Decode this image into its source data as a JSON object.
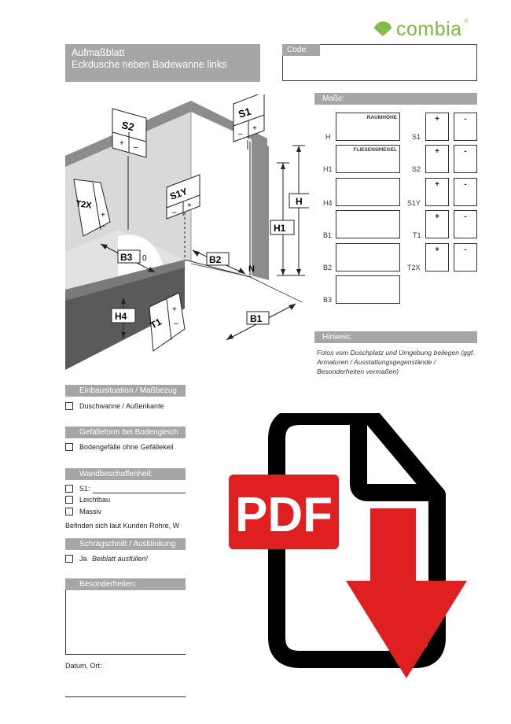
{
  "brand": {
    "name": "combia",
    "reg": "®",
    "color": "#7dbb42"
  },
  "header": {
    "title_line1": "Aufmaßblatt",
    "title_line2": "Eckdusche neben Badewanne links",
    "code_label": "Code:"
  },
  "measures": {
    "title": "Maße:",
    "left": [
      {
        "label": "H",
        "tag": "RAUMHÖHE"
      },
      {
        "label": "H1",
        "tag": "FLIESENSPIEGEL"
      },
      {
        "label": "H4",
        "tag": ""
      },
      {
        "label": "B1",
        "tag": ""
      },
      {
        "label": "B2",
        "tag": ""
      },
      {
        "label": "B3",
        "tag": ""
      }
    ],
    "right": [
      {
        "label": "S1",
        "plus": "+",
        "minus": "-"
      },
      {
        "label": "S2",
        "plus": "+",
        "minus": "-"
      },
      {
        "label": "S1Y",
        "plus": "+",
        "minus": "-"
      },
      {
        "label": "T1",
        "plus": "+",
        "minus": "-"
      },
      {
        "label": "T2X",
        "plus": "+",
        "minus": "-"
      }
    ]
  },
  "hint": {
    "title": "Hinweis:",
    "text": "Fotos vom Duschplatz und Umgebung beilegen (ggf. Armaturen / Ausstattungsgegenstände / Besonderheiten vermaßen)"
  },
  "diagram": {
    "labels": {
      "S2": "S2",
      "S1": "S1",
      "S1Y": "S1Y",
      "T2X": "T2X",
      "T1": "T1",
      "B3": "B3",
      "B2": "B2",
      "B1": "B1",
      "H": "H",
      "H1": "H1",
      "H4": "H4",
      "N": "N",
      "zero": "0"
    },
    "plus": "+",
    "minus": "–"
  },
  "sections": {
    "einbau": {
      "title": "Einbausituation / Maßbezug",
      "option": "Duschwanne / Außenkante"
    },
    "gefaelle": {
      "title": "Gefälleform bei Bodengleich",
      "option": "Bodengefälle ohne Gefällekeil"
    },
    "wand": {
      "title": "Wandbeschaffenheit:",
      "s1": "S1:",
      "leicht": "Leichtbau",
      "massiv": "Massiv",
      "note": "Befinden sich laut Kunden Rohre, W"
    },
    "schraeg": {
      "title": "Schrägschnitt / Ausklinkung",
      "ja": "Ja",
      "ja_note": "Beiblatt ausfüllen!"
    },
    "besonder": {
      "title": "Besonderheiten:"
    },
    "datum": "Datum, Ort:"
  },
  "pdf_icon": {
    "label": "PDF",
    "red": "#e02020",
    "ink": "#000000"
  }
}
